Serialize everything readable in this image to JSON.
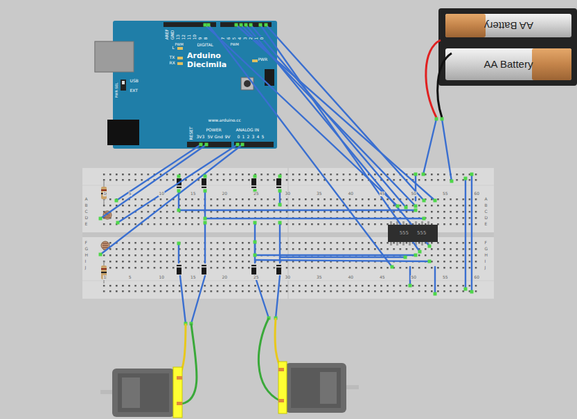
{
  "diagram": {
    "nodes": [
      {
        "text": [
          "Arduino Diecimila"
        ]
      },
      {
        "text": [
          "AA Battery"
        ]
      },
      {
        "text": [
          "AA Battery"
        ]
      },
      {
        "text": [
          "555",
          "555"
        ]
      }
    ],
    "labels": [
      "AREF",
      "GND",
      "13",
      "12",
      "11",
      "10",
      "9",
      "8",
      "7",
      "6",
      "5",
      "4",
      "3",
      "2",
      "1",
      "0",
      "DIGITAL",
      "PWM",
      "PWM",
      "L",
      "TX",
      "RX",
      "PWR",
      "USB",
      "EXT",
      "PWR SEL",
      "www.arduino.cc",
      "RESET",
      "3V3",
      "POWER",
      "5V",
      "Gnd",
      "9V",
      "ANALOG IN",
      "0",
      "1",
      "2",
      "3",
      "4",
      "5",
      "1",
      "5",
      "10",
      "15",
      "20",
      "25",
      "30",
      "35",
      "40",
      "45",
      "50",
      "55",
      "60",
      "1",
      "5",
      "10",
      "15",
      "20",
      "25",
      "30",
      "35",
      "40",
      "45",
      "50",
      "55",
      "60",
      "A",
      "B",
      "C",
      "D",
      "E",
      "F",
      "G",
      "H",
      "I",
      "J",
      "A",
      "B",
      "C",
      "D",
      "E",
      "F",
      "G",
      "H",
      "I",
      "J"
    ]
  }
}
